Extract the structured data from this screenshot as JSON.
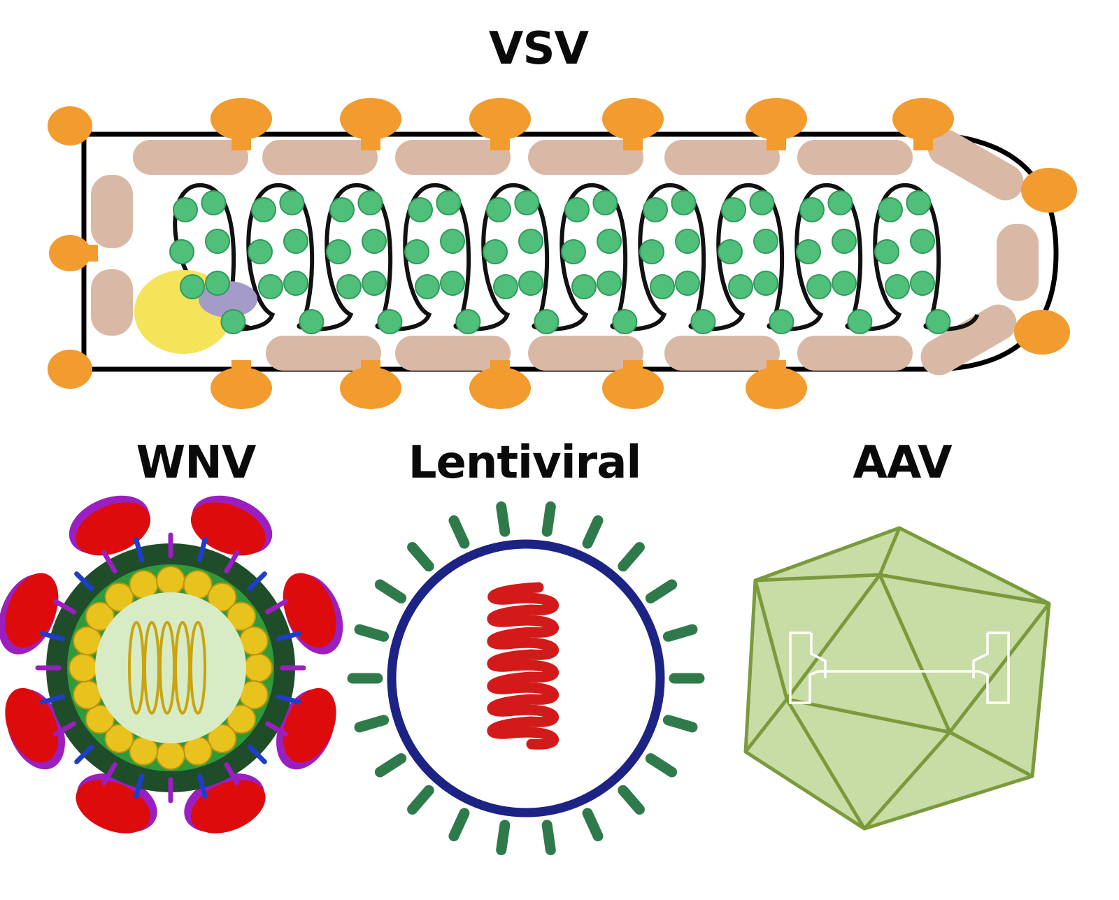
{
  "labels": {
    "vsv": "VSV",
    "wnv": "WNV",
    "lentiviral": "Lentiviral",
    "aav": "AAV"
  },
  "colors": {
    "vsv_glycoprotein": "#f29b2e",
    "vsv_matrix": "#d9b9a6",
    "vsv_nucleoprotein": "#4fbf7a",
    "vsv_polymerase_l": "#f5e35a",
    "vsv_phosphoprotein": "#a59bc9",
    "wnv_envelope": "#dd0b0b",
    "wnv_membrane": "#1f3ec7",
    "wnv_prm": "#9b1fc0",
    "wnv_lipid": "#1f4d2a",
    "wnv_capsid": "#e8c21d",
    "lenti_envelope": "#1c2384",
    "lenti_spikes": "#2f7a4a",
    "lenti_genome": "#d31a1a",
    "aav_capsid": "#c8dca5",
    "aav_edges": "#7a9a3c"
  },
  "icons": [
    "vsv-virion-icon",
    "wnv-virion-icon",
    "lentiviral-virion-icon",
    "aav-capsid-icon"
  ]
}
